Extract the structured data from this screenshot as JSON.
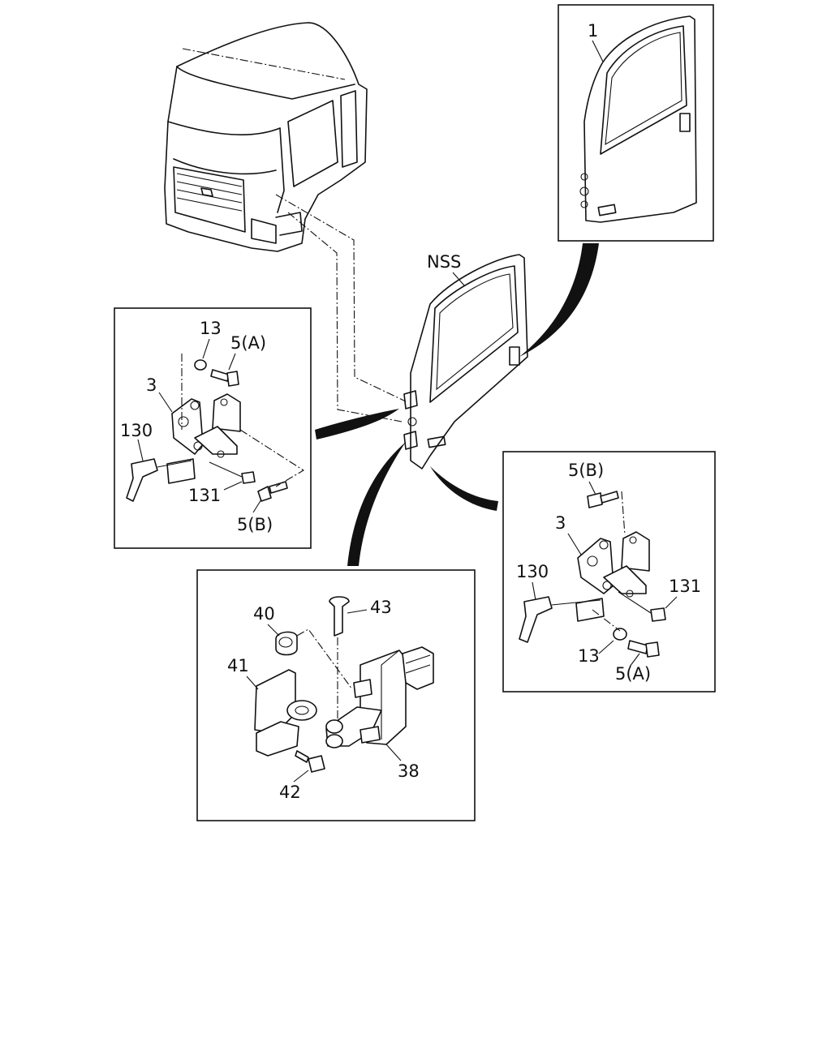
{
  "labels": {
    "door_panel": "1",
    "nss": "NSS",
    "hinge_upper": {
      "nut_13": "13",
      "bolt_5a": "5(A)",
      "hinge_3": "3",
      "plate_130": "130",
      "screw_131": "131",
      "bolt_5b": "5(B)"
    },
    "hinge_lower": {
      "bolt_5b": "5(B)",
      "hinge_3": "3",
      "plate_130": "130",
      "screw_131": "131",
      "nut_13": "13",
      "bolt_5a": "5(A)"
    },
    "check": {
      "nut_40": "40",
      "pin_43": "43",
      "bracket_41": "41",
      "link_38": "38",
      "bolt_42": "42"
    }
  }
}
